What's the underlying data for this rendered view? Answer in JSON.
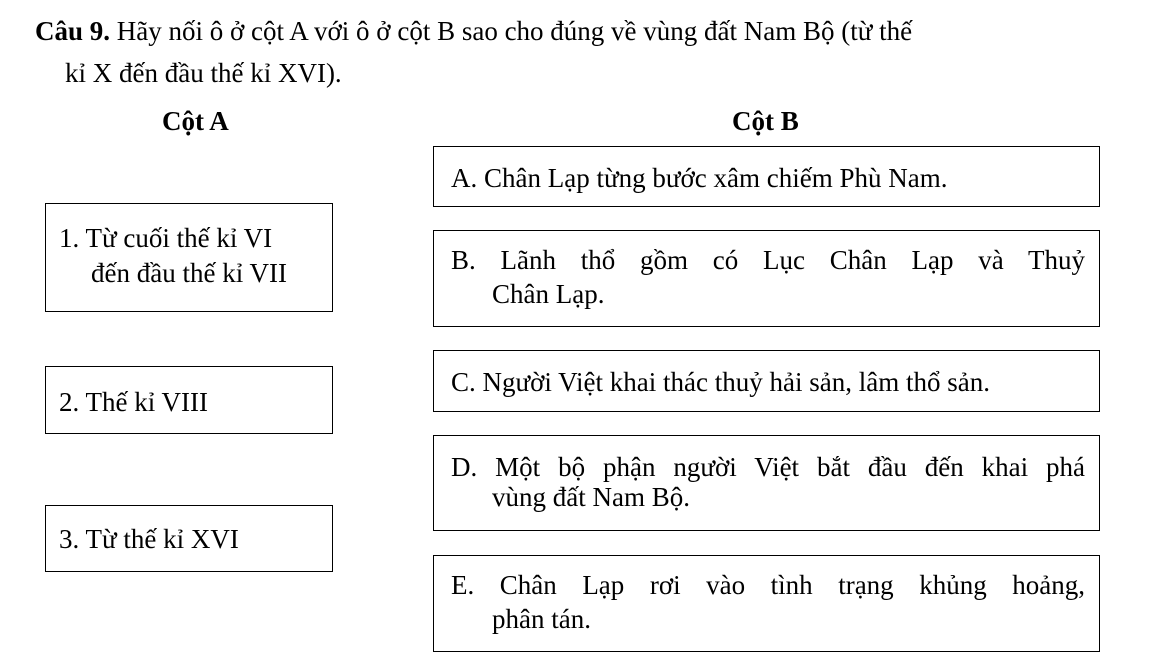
{
  "question": {
    "label": "Câu 9.",
    "text_line1": "Hãy nối ô ở cột A với ô ở cột B sao cho đúng về vùng đất Nam Bộ (từ thế",
    "text_line2": "kỉ X đến đầu thế kỉ XVI)."
  },
  "column_a": {
    "header": "Cột A",
    "items": [
      {
        "line1": "1. Từ cuối thế kỉ VI",
        "line2": "đến đầu thế kỉ VII"
      },
      {
        "line1": "2. Thế kỉ VIII"
      },
      {
        "line1": "3. Từ thế kỉ XVI"
      }
    ]
  },
  "column_b": {
    "header": "Cột B",
    "items": [
      {
        "line1": "A. Chân Lạp từng bước xâm chiếm Phù Nam."
      },
      {
        "line1": "B. Lãnh thổ gồm có Lục Chân Lạp và Thuỷ",
        "line2": "Chân Lạp."
      },
      {
        "line1": "C. Người Việt khai thác thuỷ hải sản, lâm thổ sản."
      },
      {
        "line1": "D. Một bộ phận người Việt bắt đầu đến khai phá",
        "line2": "vùng đất Nam Bộ."
      },
      {
        "line1": "E. Chân Lạp rơi vào tình trạng khủng hoảng,",
        "line2": "phân tán."
      }
    ]
  }
}
